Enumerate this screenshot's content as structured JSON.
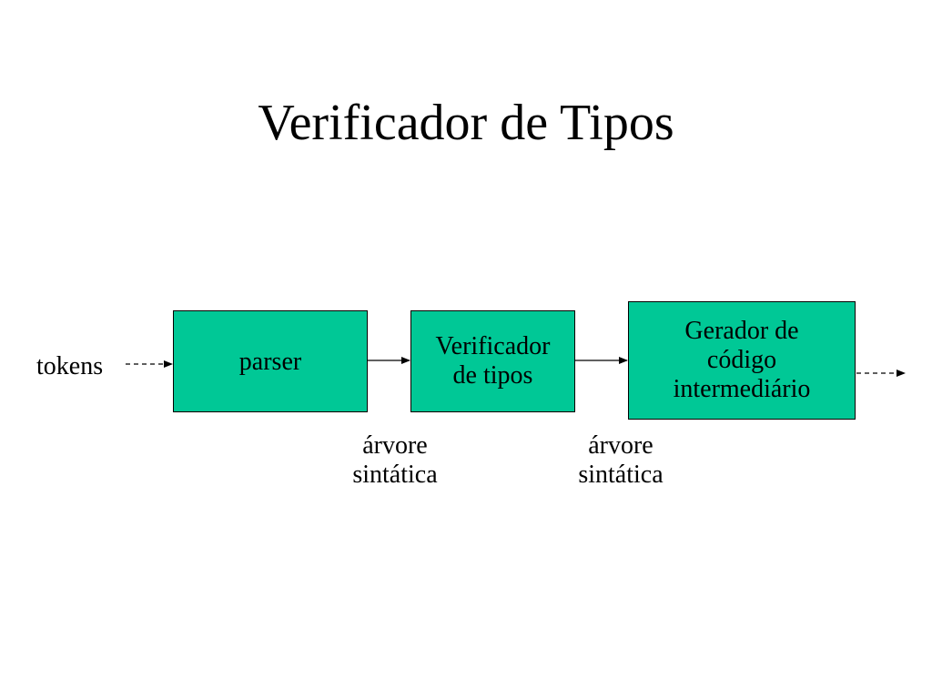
{
  "title": "Verificador de Tipos",
  "colors": {
    "box_fill": "#00c896",
    "stroke": "#000000"
  },
  "input_label": "tokens",
  "boxes": {
    "parser": {
      "label": "parser"
    },
    "verificador": {
      "line1": "Verificador",
      "line2": "de tipos"
    },
    "gerador": {
      "line1": "Gerador de",
      "line2": "código",
      "line3": "intermediário"
    }
  },
  "edge_labels": [
    {
      "line1": "árvore",
      "line2": "sintática"
    },
    {
      "line1": "árvore",
      "line2": "sintática"
    }
  ]
}
